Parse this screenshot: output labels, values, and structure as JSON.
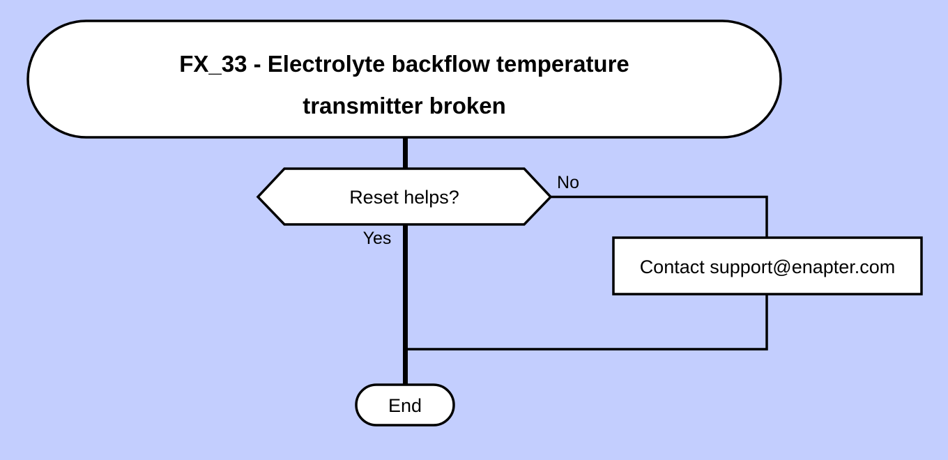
{
  "diagram": {
    "background_color": "#c3cefe",
    "node_fill_color": "#ffffff",
    "node_stroke_color": "#000000",
    "nodes": {
      "title": {
        "shape": "stadium",
        "line1": "FX_33 - Electrolyte backflow temperature",
        "line2": "transmitter broken"
      },
      "decision": {
        "shape": "hexagon",
        "label": "Reset helps?"
      },
      "action": {
        "shape": "rectangle",
        "label": "Contact support@enapter.com"
      },
      "end": {
        "shape": "stadium",
        "label": "End"
      }
    },
    "edges": {
      "yes_label": "Yes",
      "no_label": "No"
    }
  }
}
